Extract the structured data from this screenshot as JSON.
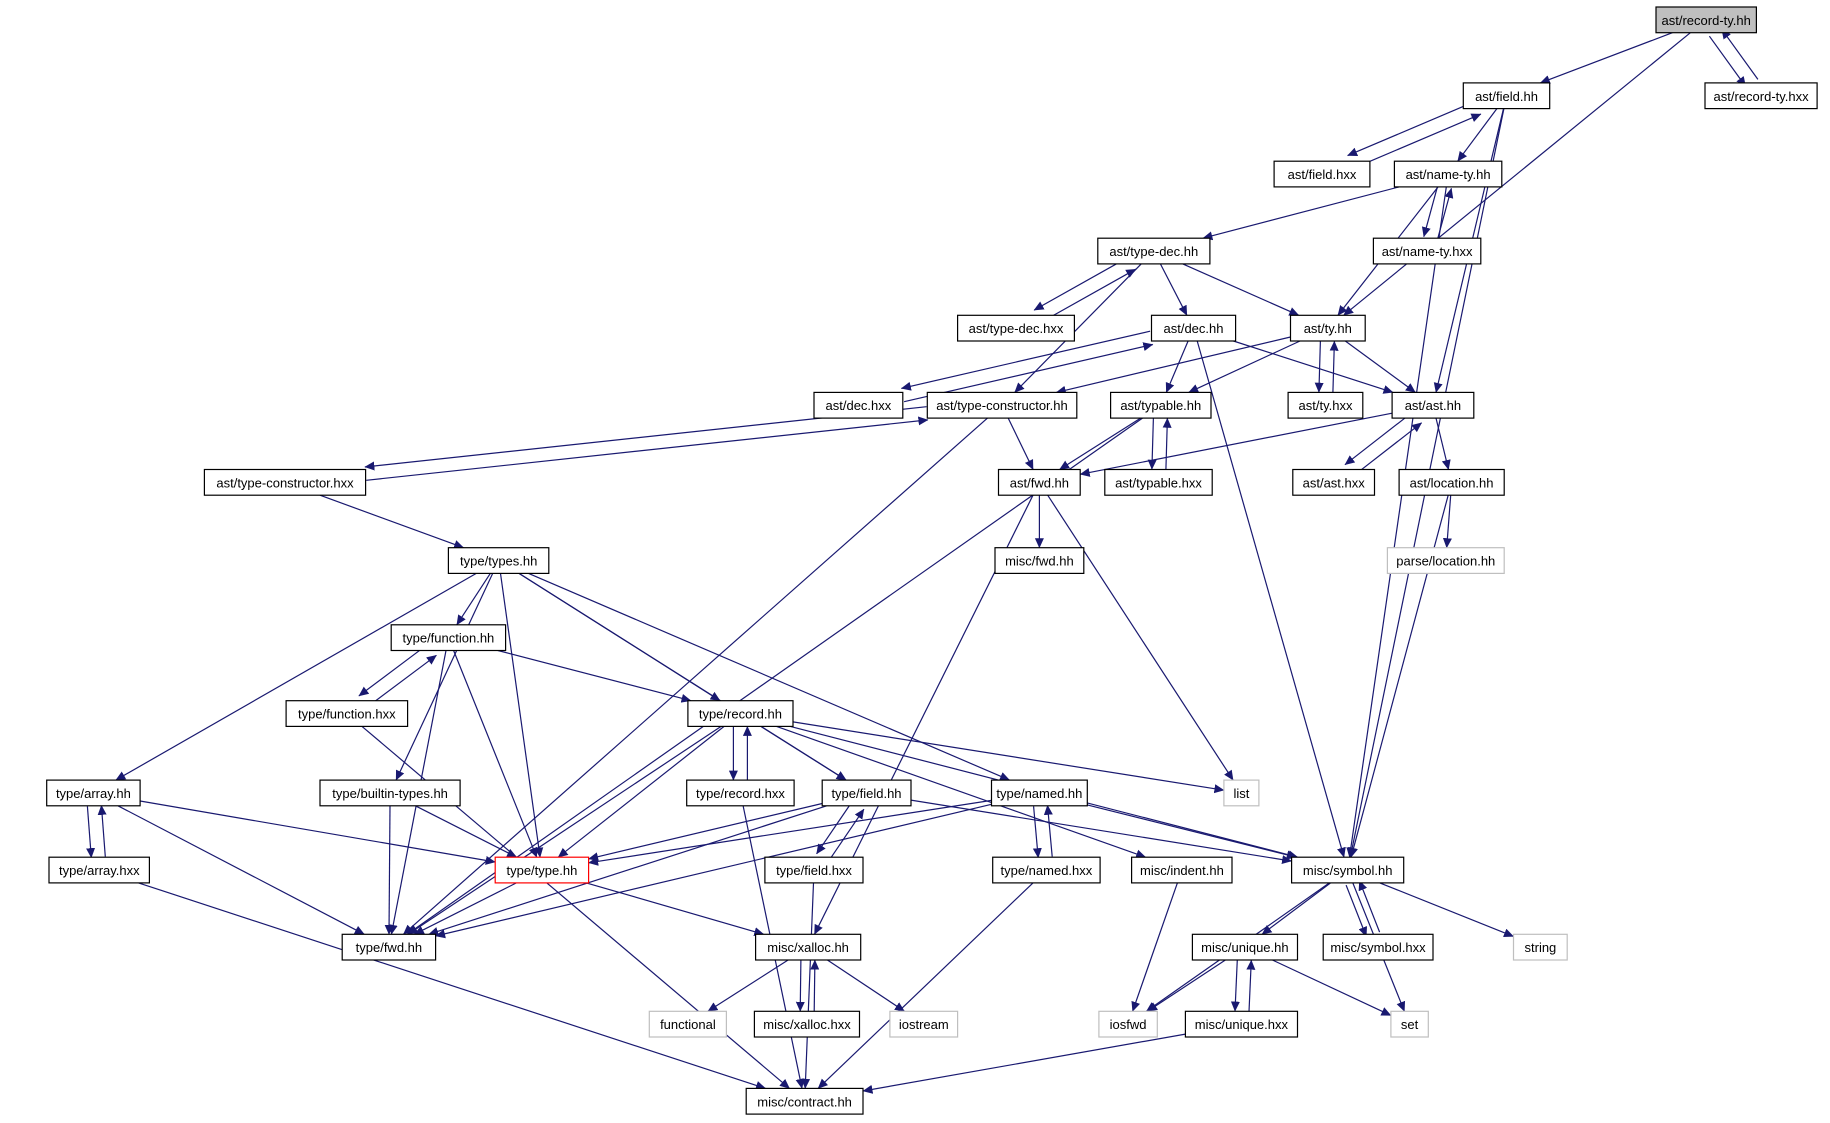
{
  "graph": {
    "nodes": [
      {
        "id": "record_ty_hh",
        "label": "ast/record-ty.hh",
        "style": "root"
      },
      {
        "id": "field_hh",
        "label": "ast/field.hh",
        "style": "normal"
      },
      {
        "id": "record_ty_hxx",
        "label": "ast/record-ty.hxx",
        "style": "normal"
      },
      {
        "id": "field_hxx",
        "label": "ast/field.hxx",
        "style": "normal"
      },
      {
        "id": "name_ty_hh",
        "label": "ast/name-ty.hh",
        "style": "normal"
      },
      {
        "id": "type_dec_hh",
        "label": "ast/type-dec.hh",
        "style": "normal"
      },
      {
        "id": "name_ty_hxx",
        "label": "ast/name-ty.hxx",
        "style": "normal"
      },
      {
        "id": "type_dec_hxx",
        "label": "ast/type-dec.hxx",
        "style": "normal"
      },
      {
        "id": "dec_hh",
        "label": "ast/dec.hh",
        "style": "normal"
      },
      {
        "id": "ty_hh",
        "label": "ast/ty.hh",
        "style": "normal"
      },
      {
        "id": "dec_hxx",
        "label": "ast/dec.hxx",
        "style": "normal"
      },
      {
        "id": "type_ctor_hh",
        "label": "ast/type-constructor.hh",
        "style": "normal"
      },
      {
        "id": "typable_hh",
        "label": "ast/typable.hh",
        "style": "normal"
      },
      {
        "id": "ty_hxx",
        "label": "ast/ty.hxx",
        "style": "normal"
      },
      {
        "id": "ast_hh",
        "label": "ast/ast.hh",
        "style": "normal"
      },
      {
        "id": "type_ctor_hxx",
        "label": "ast/type-constructor.hxx",
        "style": "normal"
      },
      {
        "id": "ast_fwd_hh",
        "label": "ast/fwd.hh",
        "style": "normal"
      },
      {
        "id": "typable_hxx",
        "label": "ast/typable.hxx",
        "style": "normal"
      },
      {
        "id": "ast_hxx",
        "label": "ast/ast.hxx",
        "style": "normal"
      },
      {
        "id": "location_hh",
        "label": "ast/location.hh",
        "style": "normal"
      },
      {
        "id": "misc_fwd_hh",
        "label": "misc/fwd.hh",
        "style": "normal"
      },
      {
        "id": "parse_location_hh",
        "label": "parse/location.hh",
        "style": "external"
      },
      {
        "id": "types_hh",
        "label": "type/types.hh",
        "style": "normal"
      },
      {
        "id": "function_hh",
        "label": "type/function.hh",
        "style": "normal"
      },
      {
        "id": "function_hxx",
        "label": "type/function.hxx",
        "style": "normal"
      },
      {
        "id": "record_hh",
        "label": "type/record.hh",
        "style": "normal"
      },
      {
        "id": "array_hh",
        "label": "type/array.hh",
        "style": "normal"
      },
      {
        "id": "builtin_types_hh",
        "label": "type/builtin-types.hh",
        "style": "normal"
      },
      {
        "id": "record_hxx",
        "label": "type/record.hxx",
        "style": "normal"
      },
      {
        "id": "tfield_hh",
        "label": "type/field.hh",
        "style": "normal"
      },
      {
        "id": "named_hh",
        "label": "type/named.hh",
        "style": "normal"
      },
      {
        "id": "list",
        "label": "list",
        "style": "external"
      },
      {
        "id": "array_hxx",
        "label": "type/array.hxx",
        "style": "normal"
      },
      {
        "id": "type_hh",
        "label": "type/type.hh",
        "style": "red"
      },
      {
        "id": "tfield_hxx",
        "label": "type/field.hxx",
        "style": "normal"
      },
      {
        "id": "named_hxx",
        "label": "type/named.hxx",
        "style": "normal"
      },
      {
        "id": "indent_hh",
        "label": "misc/indent.hh",
        "style": "normal"
      },
      {
        "id": "symbol_hh",
        "label": "misc/symbol.hh",
        "style": "normal"
      },
      {
        "id": "type_fwd_hh",
        "label": "type/fwd.hh",
        "style": "normal"
      },
      {
        "id": "xalloc_hh",
        "label": "misc/xalloc.hh",
        "style": "normal"
      },
      {
        "id": "unique_hh",
        "label": "misc/unique.hh",
        "style": "normal"
      },
      {
        "id": "symbol_hxx",
        "label": "misc/symbol.hxx",
        "style": "normal"
      },
      {
        "id": "string",
        "label": "string",
        "style": "external"
      },
      {
        "id": "functional",
        "label": "functional",
        "style": "external"
      },
      {
        "id": "xalloc_hxx",
        "label": "misc/xalloc.hxx",
        "style": "normal"
      },
      {
        "id": "iostream",
        "label": "iostream",
        "style": "external"
      },
      {
        "id": "iosfwd",
        "label": "iosfwd",
        "style": "external"
      },
      {
        "id": "unique_hxx",
        "label": "misc/unique.hxx",
        "style": "normal"
      },
      {
        "id": "set",
        "label": "set",
        "style": "external"
      },
      {
        "id": "contract_hh",
        "label": "misc/contract.hh",
        "style": "normal"
      }
    ],
    "edges": [
      [
        "record_ty_hh",
        "field_hh"
      ],
      [
        "record_ty_hh",
        "record_ty_hxx"
      ],
      [
        "record_ty_hh",
        "ty_hh"
      ],
      [
        "record_ty_hxx",
        "record_ty_hh"
      ],
      [
        "field_hh",
        "field_hxx"
      ],
      [
        "field_hh",
        "name_ty_hh"
      ],
      [
        "field_hh",
        "ast_hh"
      ],
      [
        "field_hh",
        "symbol_hh"
      ],
      [
        "field_hxx",
        "field_hh"
      ],
      [
        "name_ty_hh",
        "type_dec_hh"
      ],
      [
        "name_ty_hh",
        "name_ty_hxx"
      ],
      [
        "name_ty_hh",
        "ty_hh"
      ],
      [
        "name_ty_hh",
        "symbol_hh"
      ],
      [
        "name_ty_hxx",
        "name_ty_hh"
      ],
      [
        "type_dec_hh",
        "type_dec_hxx"
      ],
      [
        "type_dec_hh",
        "dec_hh"
      ],
      [
        "type_dec_hh",
        "ty_hh"
      ],
      [
        "type_dec_hh",
        "type_ctor_hh"
      ],
      [
        "type_dec_hxx",
        "type_dec_hh"
      ],
      [
        "dec_hh",
        "dec_hxx"
      ],
      [
        "dec_hh",
        "typable_hh"
      ],
      [
        "dec_hh",
        "ast_hh"
      ],
      [
        "dec_hh",
        "symbol_hh"
      ],
      [
        "dec_hxx",
        "dec_hh"
      ],
      [
        "ty_hh",
        "ty_hxx"
      ],
      [
        "ty_hh",
        "ast_hh"
      ],
      [
        "ty_hh",
        "type_ctor_hh"
      ],
      [
        "ty_hh",
        "typable_hh"
      ],
      [
        "ty_hxx",
        "ty_hh"
      ],
      [
        "type_ctor_hh",
        "type_ctor_hxx"
      ],
      [
        "type_ctor_hh",
        "ast_fwd_hh"
      ],
      [
        "type_ctor_hh",
        "type_fwd_hh"
      ],
      [
        "type_ctor_hxx",
        "type_ctor_hh"
      ],
      [
        "type_ctor_hxx",
        "types_hh"
      ],
      [
        "typable_hh",
        "typable_hxx"
      ],
      [
        "typable_hh",
        "ast_fwd_hh"
      ],
      [
        "typable_hh",
        "type_fwd_hh"
      ],
      [
        "typable_hxx",
        "typable_hh"
      ],
      [
        "ast_hh",
        "ast_hxx"
      ],
      [
        "ast_hh",
        "location_hh"
      ],
      [
        "ast_hh",
        "ast_fwd_hh"
      ],
      [
        "ast_hxx",
        "ast_hh"
      ],
      [
        "location_hh",
        "parse_location_hh"
      ],
      [
        "location_hh",
        "symbol_hh"
      ],
      [
        "ast_fwd_hh",
        "misc_fwd_hh"
      ],
      [
        "ast_fwd_hh",
        "list"
      ],
      [
        "ast_fwd_hh",
        "xalloc_hh"
      ],
      [
        "types_hh",
        "function_hh"
      ],
      [
        "types_hh",
        "record_hh"
      ],
      [
        "types_hh",
        "array_hh"
      ],
      [
        "types_hh",
        "builtin_types_hh"
      ],
      [
        "types_hh",
        "tfield_hh"
      ],
      [
        "types_hh",
        "named_hh"
      ],
      [
        "types_hh",
        "type_hh"
      ],
      [
        "function_hh",
        "function_hxx"
      ],
      [
        "function_hh",
        "record_hh"
      ],
      [
        "function_hh",
        "type_hh"
      ],
      [
        "function_hh",
        "type_fwd_hh"
      ],
      [
        "function_hxx",
        "function_hh"
      ],
      [
        "function_hxx",
        "contract_hh"
      ],
      [
        "record_hh",
        "record_hxx"
      ],
      [
        "record_hh",
        "tfield_hh"
      ],
      [
        "record_hh",
        "list"
      ],
      [
        "record_hh",
        "type_hh"
      ],
      [
        "record_hh",
        "type_fwd_hh"
      ],
      [
        "record_hh",
        "symbol_hh"
      ],
      [
        "record_hh",
        "indent_hh"
      ],
      [
        "record_hxx",
        "record_hh"
      ],
      [
        "record_hxx",
        "contract_hh"
      ],
      [
        "array_hh",
        "array_hxx"
      ],
      [
        "array_hh",
        "type_hh"
      ],
      [
        "array_hh",
        "type_fwd_hh"
      ],
      [
        "array_hxx",
        "array_hh"
      ],
      [
        "array_hxx",
        "contract_hh"
      ],
      [
        "builtin_types_hh",
        "type_hh"
      ],
      [
        "builtin_types_hh",
        "type_fwd_hh"
      ],
      [
        "tfield_hh",
        "tfield_hxx"
      ],
      [
        "tfield_hh",
        "type_hh"
      ],
      [
        "tfield_hh",
        "type_fwd_hh"
      ],
      [
        "tfield_hh",
        "symbol_hh"
      ],
      [
        "tfield_hxx",
        "tfield_hh"
      ],
      [
        "tfield_hxx",
        "contract_hh"
      ],
      [
        "named_hh",
        "named_hxx"
      ],
      [
        "named_hh",
        "type_hh"
      ],
      [
        "named_hh",
        "type_fwd_hh"
      ],
      [
        "named_hh",
        "symbol_hh"
      ],
      [
        "named_hxx",
        "named_hh"
      ],
      [
        "named_hxx",
        "contract_hh"
      ],
      [
        "type_hh",
        "type_fwd_hh"
      ],
      [
        "type_hh",
        "xalloc_hh"
      ],
      [
        "indent_hh",
        "iosfwd"
      ],
      [
        "symbol_hh",
        "symbol_hxx"
      ],
      [
        "symbol_hh",
        "unique_hh"
      ],
      [
        "symbol_hh",
        "string"
      ],
      [
        "symbol_hh",
        "set"
      ],
      [
        "symbol_hh",
        "iosfwd"
      ],
      [
        "symbol_hxx",
        "symbol_hh"
      ],
      [
        "xalloc_hh",
        "functional"
      ],
      [
        "xalloc_hh",
        "xalloc_hxx"
      ],
      [
        "xalloc_hh",
        "iostream"
      ],
      [
        "xalloc_hxx",
        "xalloc_hh"
      ],
      [
        "unique_hh",
        "unique_hxx"
      ],
      [
        "unique_hh",
        "iosfwd"
      ],
      [
        "unique_hh",
        "set"
      ],
      [
        "unique_hxx",
        "unique_hh"
      ],
      [
        "unique_hxx",
        "contract_hh"
      ]
    ]
  },
  "colors": {
    "edge": "#191970",
    "root_fill": "#bfbfbf",
    "normal_border": "#000000",
    "external_border": "#bfbfbf",
    "red_border": "#ff0000"
  }
}
